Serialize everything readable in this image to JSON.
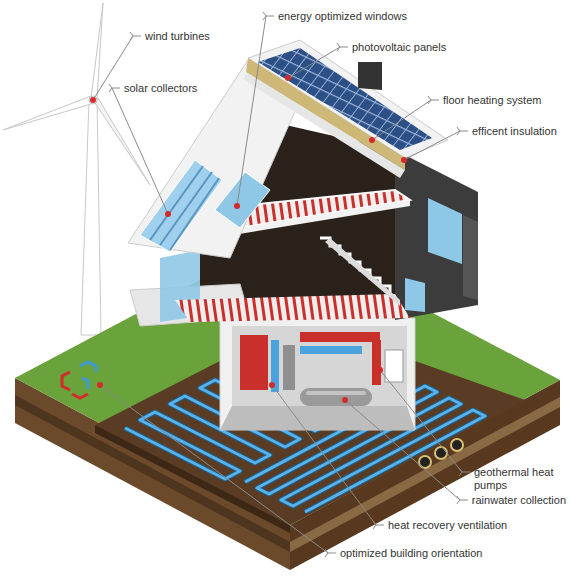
{
  "diagram": {
    "labels": [
      "wind turbines",
      "energy optimized windows",
      "photovoltaic panels",
      "solar collectors",
      "floor heating system",
      "efficent insulation",
      "geothermal heat pumps",
      "rainwater collection",
      "heat recovery ventilation",
      "optimized building orientation"
    ]
  }
}
